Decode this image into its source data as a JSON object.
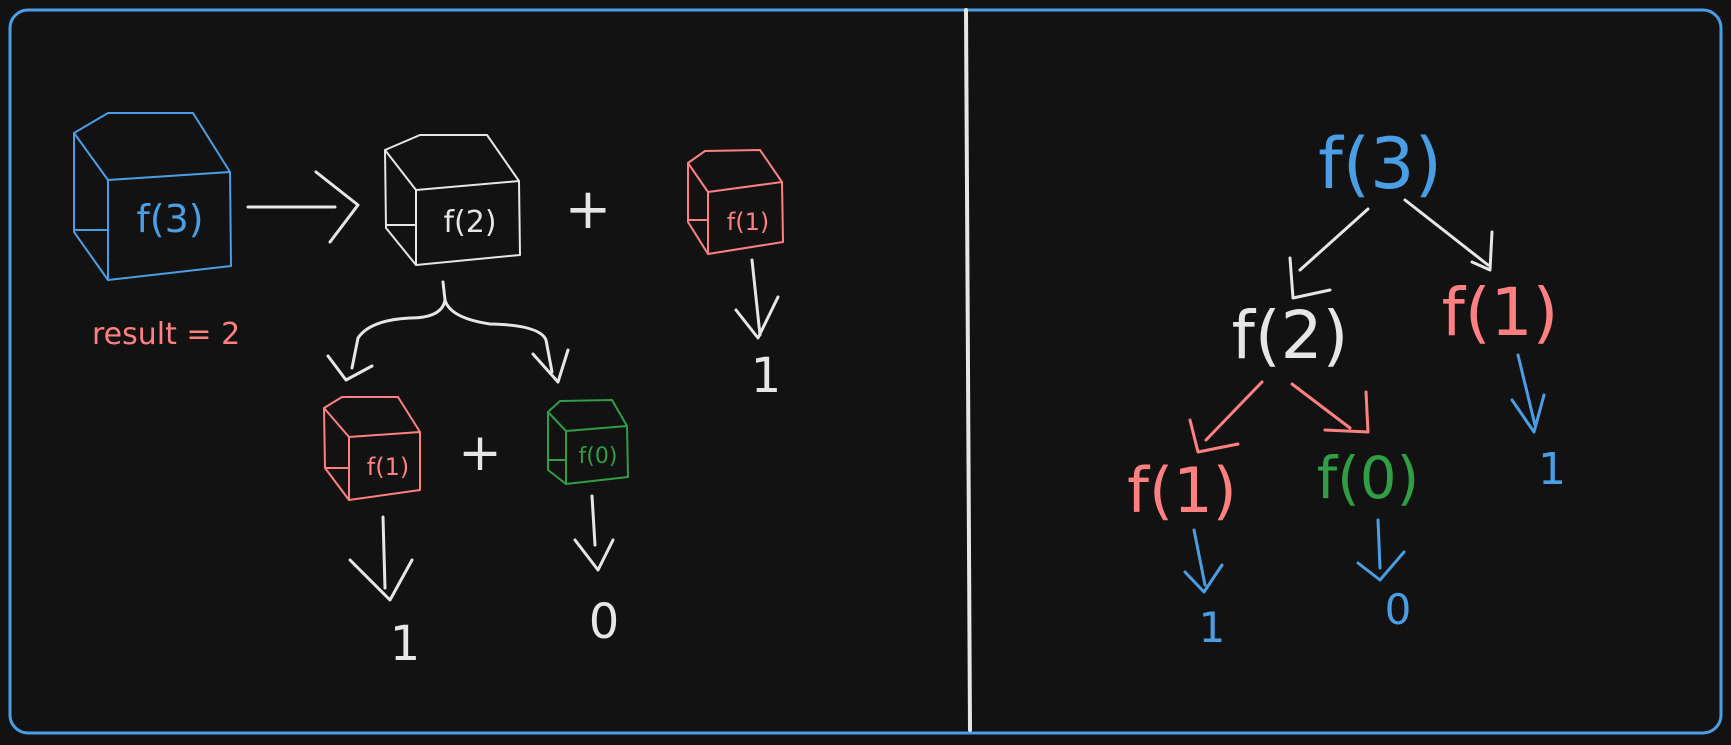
{
  "colors": {
    "background": "#121212",
    "frame": "#4a9ee6",
    "white": "#e6e6e6",
    "blue": "#4a9ee6",
    "red": "#ff8080",
    "green": "#2f9e44"
  },
  "left_panel": {
    "cube_f3": "f(3)",
    "cube_f2": "f(2)",
    "cube_f1_top": "f(1)",
    "cube_f1_bottom": "f(1)",
    "cube_f0": "f(0)",
    "plus_top": "+",
    "plus_bottom": "+",
    "value_f1_top": "1",
    "value_f1_bottom": "1",
    "value_f0": "0",
    "result": "result = 2"
  },
  "right_panel": {
    "node_f3": "f(3)",
    "node_f2": "f(2)",
    "node_f1_right": "f(1)",
    "node_f1_left": "f(1)",
    "node_f0": "f(0)",
    "leaf_f1_right": "1",
    "leaf_f1_left": "1",
    "leaf_f0": "0"
  }
}
